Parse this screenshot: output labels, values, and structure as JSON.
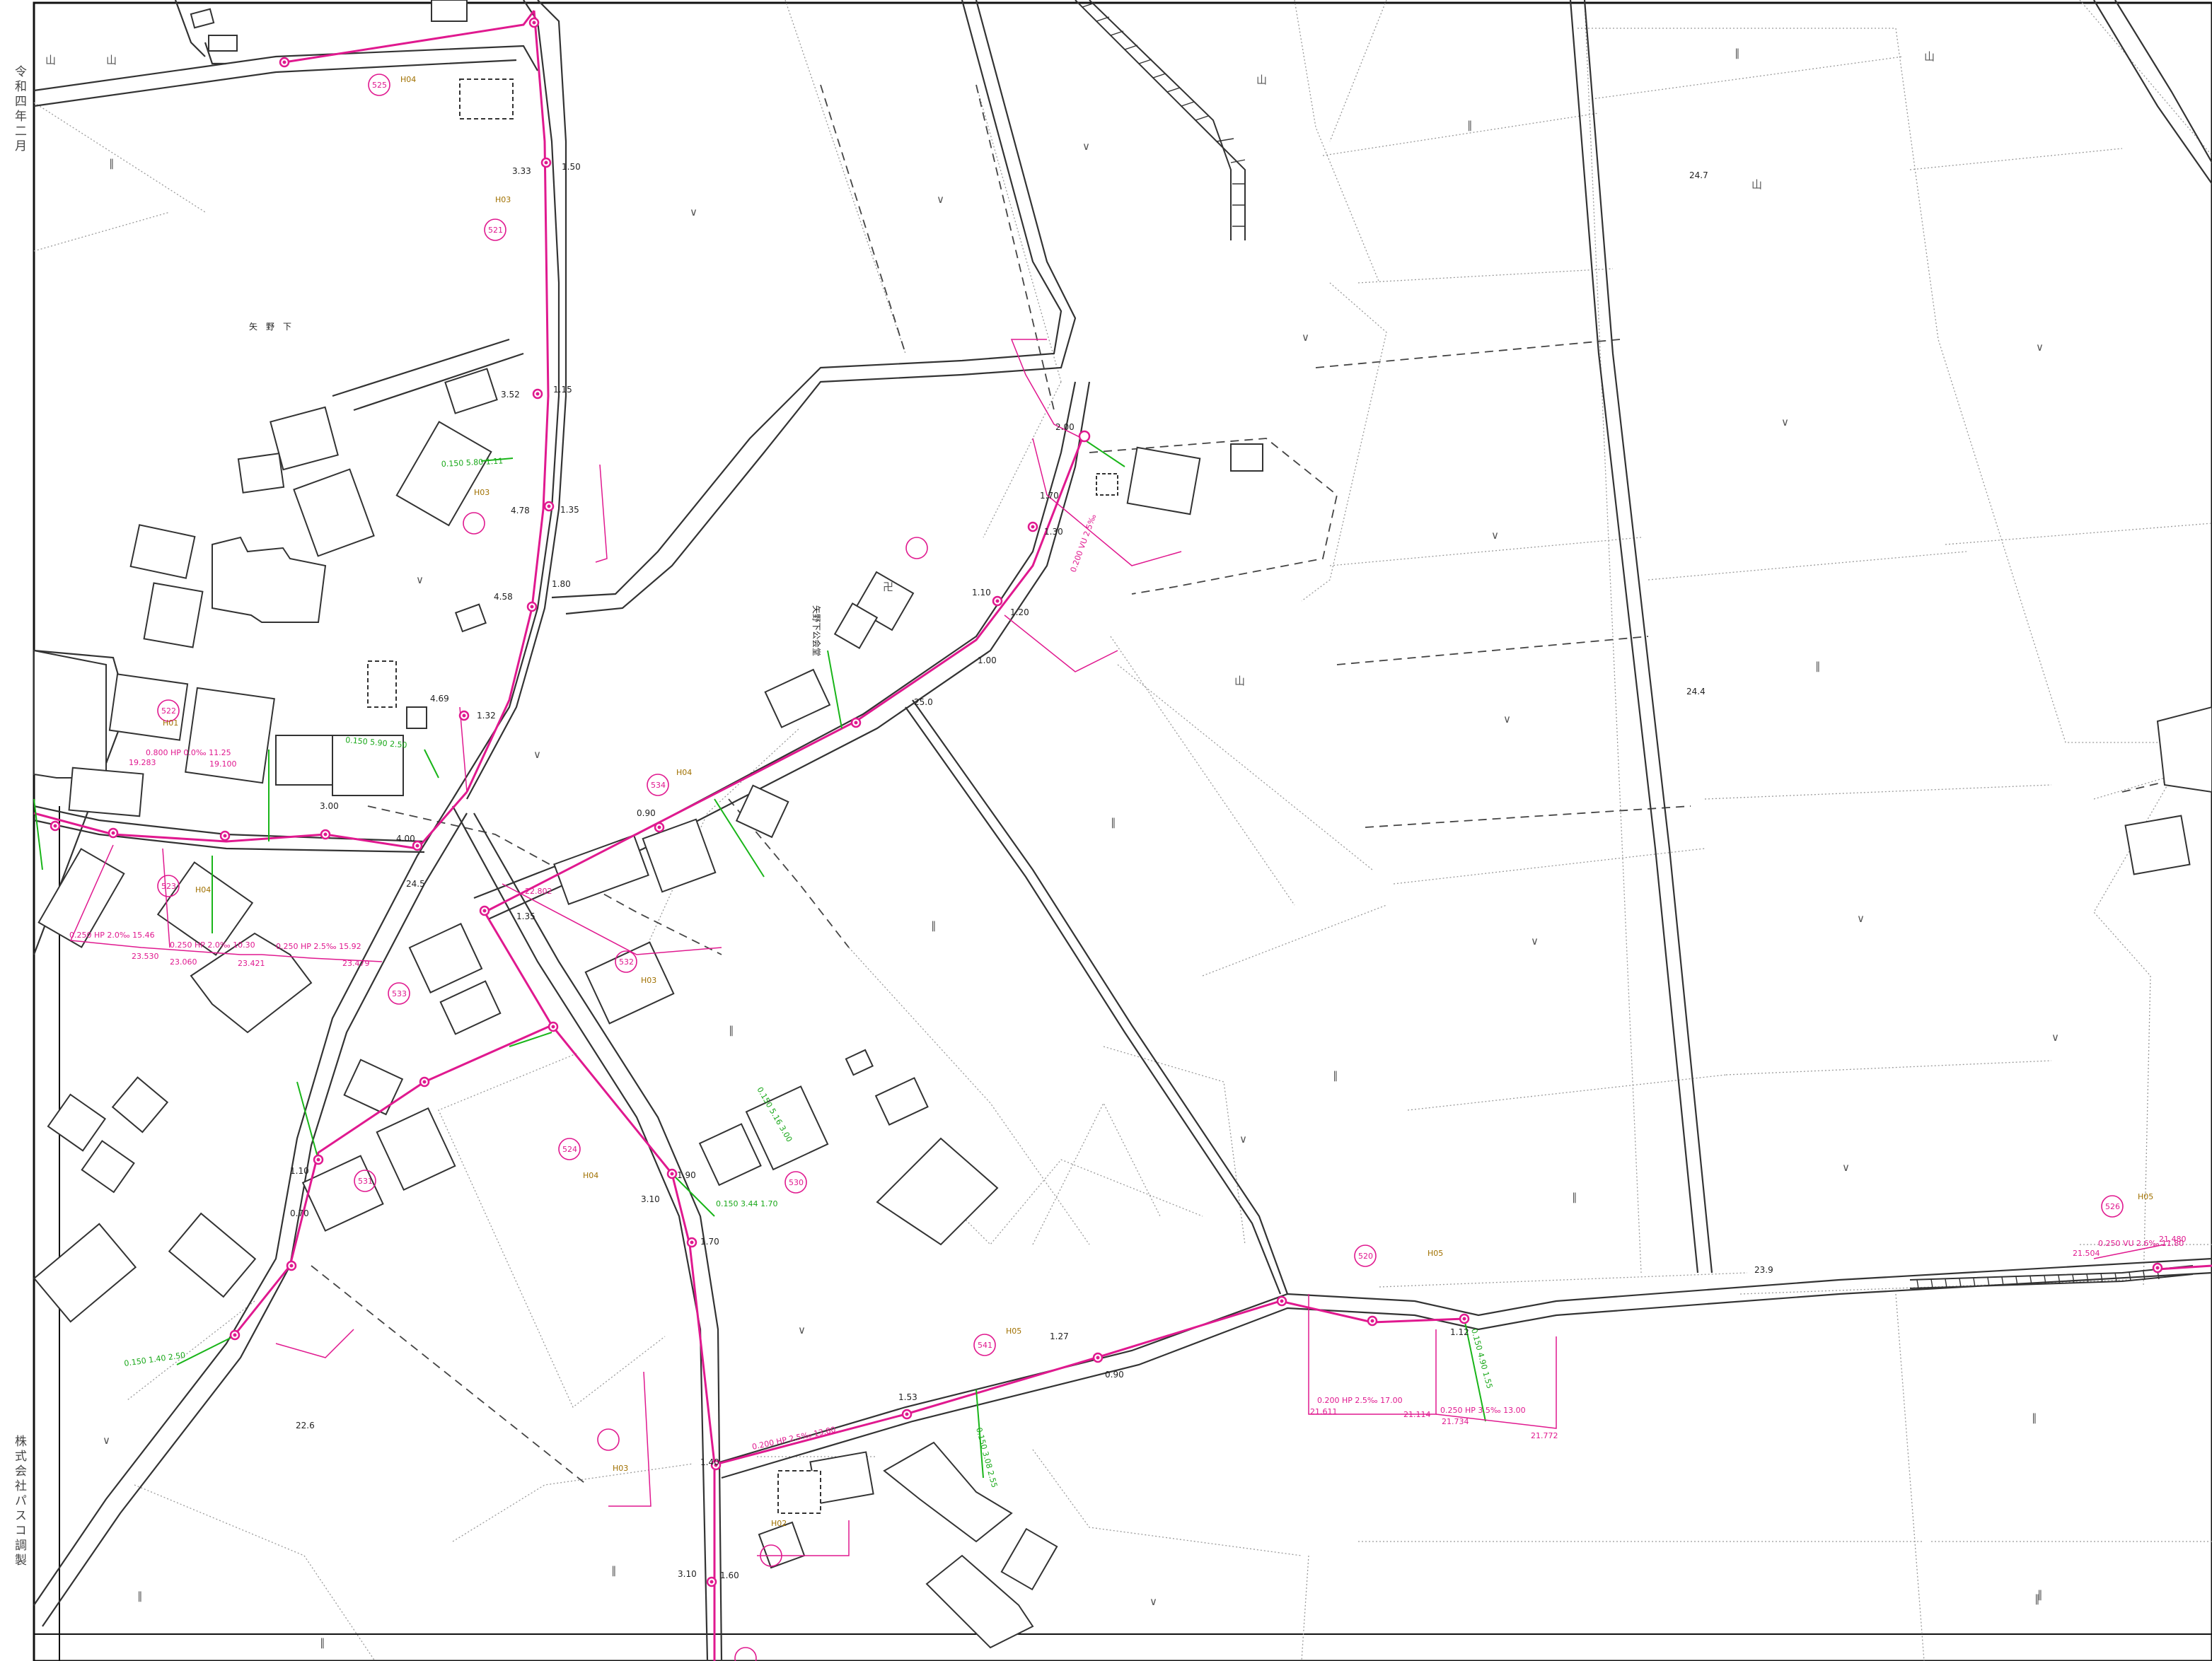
{
  "left_caption_top": "令和四年二月",
  "left_caption_bottom": "株式会社パスコ調製",
  "place_names": [
    {
      "id": "yanoshita",
      "text": "矢　野　下"
    },
    {
      "id": "hall",
      "text": "矢野下公会堂"
    }
  ],
  "elevations": [
    "24.7",
    "24.4",
    "25.0",
    "23.9",
    "22.6",
    "24.5"
  ],
  "legend_symbols": {
    "field": "∨",
    "paddy": "∥",
    "mountain": "山",
    "house": "ㅇ",
    "shrine": "卍"
  },
  "manholes": [
    "525",
    "521",
    "523",
    "522",
    "534",
    "532",
    "533",
    "524",
    "531",
    "530",
    "541",
    "520",
    "526"
  ],
  "depth_labels": [
    "1.50",
    "1.15",
    "1.35",
    "1.80",
    "2.00",
    "1.70",
    "1.20",
    "1.10",
    "1.30",
    "1.00",
    "1.32",
    "0.90",
    "4.00",
    "0.70",
    "1.35",
    "3.10",
    "1.70",
    "1.90",
    "1.12",
    "1.60",
    "1.40",
    "3.10",
    "1.27",
    "0.90",
    "1.53",
    "3.00",
    "3.33",
    "3.52",
    "4.78",
    "4.58",
    "4.69",
    "1.10"
  ],
  "pipe_labels": [
    "0.250 VU 2.6‰ 11.80",
    "0.200 HP 2.5‰ 17.00",
    "0.250 HP 3.5‰ 13.00",
    "0.250 HP 2.5‰ 15.92",
    "0.250 HP 2.0‰ 10.30",
    "0.250 HP 2.0‰ 15.46",
    "0.800 HP 0.0‰ 11.25",
    "0.200 VU 2.5‰",
    "0.200 HP 2.5‰ 13.80"
  ],
  "inverts": [
    "21.611",
    "21.114",
    "21.734",
    "21.772",
    "21.504",
    "21.480",
    "23.421",
    "23.479",
    "23.060",
    "23.530",
    "19.283",
    "19.100",
    "22.802"
  ],
  "lateral_labels": [
    "0.150 5.80 1.11",
    "0.150 5.90 2.50",
    "0.150 1.40 2.50",
    "0.150 3.44 1.70",
    "0.150 5.16 3.00",
    "0.150 3.08 2.55",
    "0.150 4.90 1.55"
  ],
  "hydrant_codes": [
    "H05",
    "H04",
    "H03",
    "H02",
    "H01"
  ]
}
